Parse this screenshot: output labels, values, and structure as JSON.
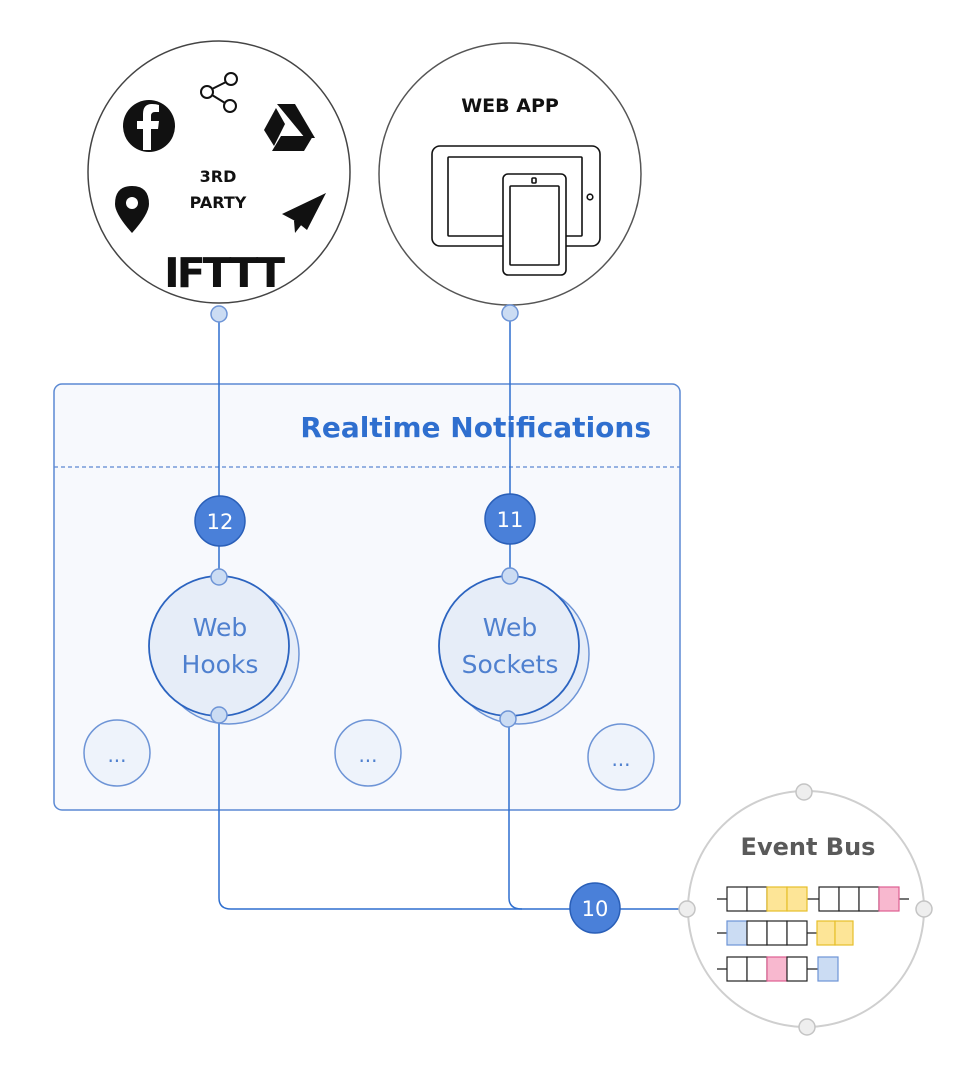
{
  "third_party": {
    "title_line1": "3RD",
    "title_line2": "PARTY",
    "logo_text": "IFTTT",
    "icons": [
      "facebook-icon",
      "share-icon",
      "google-drive-icon",
      "map-pin-icon",
      "paper-plane-icon"
    ]
  },
  "web_app": {
    "title": "WEB APP",
    "icons": [
      "tablet-icon",
      "phone-icon"
    ]
  },
  "realtime": {
    "title": "Realtime Notifications",
    "webhooks_line1": "Web",
    "webhooks_line2": "Hooks",
    "websockets_line1": "Web",
    "websockets_line2": "Sockets",
    "more_label": "..."
  },
  "badges": {
    "webhooks": "12",
    "websockets": "11",
    "eventbus": "10"
  },
  "event_bus": {
    "title": "Event Bus"
  },
  "colors": {
    "accent": "#2f6fcf",
    "badge_fill": "#4a80d9",
    "node_fill": "#e6edf8",
    "node_stroke": "#6d94d6",
    "panel_fill": "#f7f9fd",
    "panel_stroke": "#5b89d3",
    "eventbus_stroke": "#cfcfcf",
    "yellow": "#fde597",
    "pink": "#f8b8cf",
    "blue": "#cbdcf3"
  }
}
